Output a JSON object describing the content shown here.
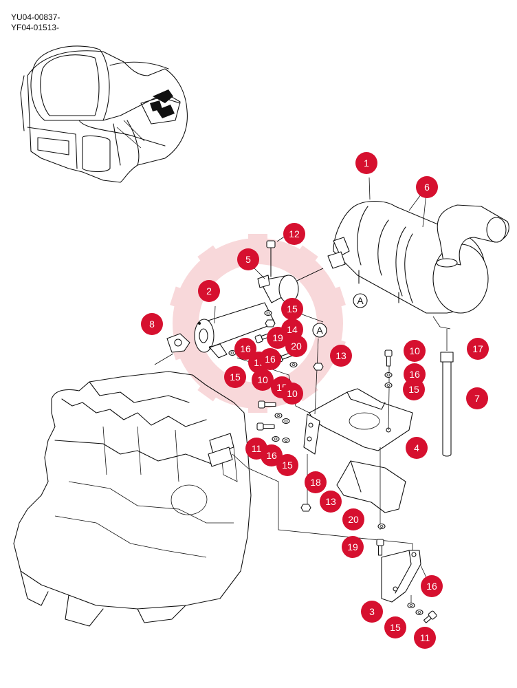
{
  "serial_numbers": [
    "YU04-00837-",
    "YF04-01513-"
  ],
  "reference_mark": "A",
  "callout_color": "#d6102f",
  "watermark_color": "#f4b9bc",
  "callouts": [
    {
      "label": "1"
    },
    {
      "label": "6"
    },
    {
      "label": "12"
    },
    {
      "label": "5"
    },
    {
      "label": "2"
    },
    {
      "label": "8"
    },
    {
      "label": "15"
    },
    {
      "label": "14"
    },
    {
      "label": "16"
    },
    {
      "label": "19"
    },
    {
      "label": "20"
    },
    {
      "label": "13"
    },
    {
      "label": "15"
    },
    {
      "label": "19"
    },
    {
      "label": "16"
    },
    {
      "label": "10"
    },
    {
      "label": "10"
    },
    {
      "label": "15"
    },
    {
      "label": "10"
    },
    {
      "label": "16"
    },
    {
      "label": "15"
    },
    {
      "label": "17"
    },
    {
      "label": "7"
    },
    {
      "label": "4"
    },
    {
      "label": "11"
    },
    {
      "label": "16"
    },
    {
      "label": "15"
    },
    {
      "label": "18"
    },
    {
      "label": "13"
    },
    {
      "label": "20"
    },
    {
      "label": "19"
    },
    {
      "label": "16"
    },
    {
      "label": "3"
    },
    {
      "label": "15"
    },
    {
      "label": "11"
    }
  ]
}
